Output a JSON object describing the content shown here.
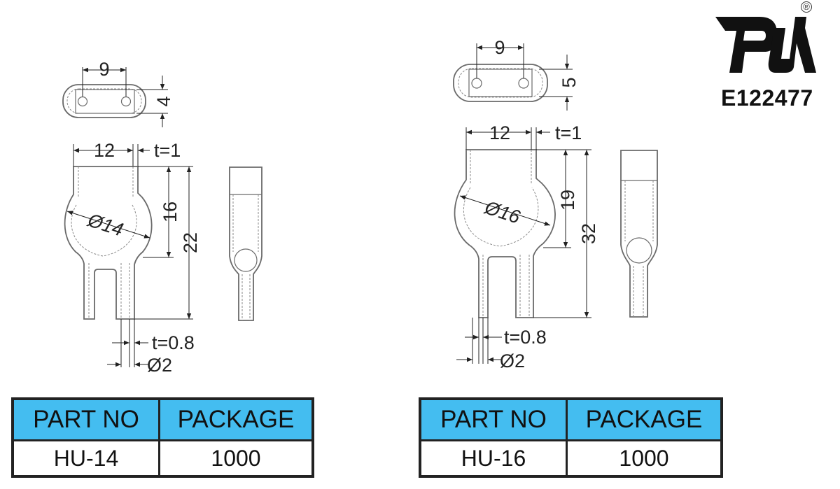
{
  "parts": [
    {
      "dims": {
        "hole_spacing": "9",
        "top_height": "4",
        "width": "12",
        "thickness": "t=1",
        "diameter": "Ø14",
        "upper_height": "16",
        "total_height": "22",
        "leg_thickness": "t=0.8",
        "leg_diameter": "Ø2"
      },
      "table": {
        "col1_header": "PART NO",
        "col2_header": "PACKAGE",
        "part_no": "HU-14",
        "package": "1000"
      }
    },
    {
      "dims": {
        "hole_spacing": "9",
        "top_height": "5",
        "width": "12",
        "thickness": "t=1",
        "diameter": "Ø16",
        "upper_height": "19",
        "total_height": "32",
        "leg_thickness": "t=0.8",
        "leg_diameter": "Ø2"
      },
      "table": {
        "col1_header": "PART NO",
        "col2_header": "PACKAGE",
        "part_no": "HU-16",
        "package": "1000"
      }
    }
  ],
  "certification": {
    "logo": "ul-recognized-mark",
    "code": "E122477",
    "registered": "®"
  },
  "colors": {
    "table_header": "#44bdf0",
    "outline": "#6a6a6a"
  }
}
